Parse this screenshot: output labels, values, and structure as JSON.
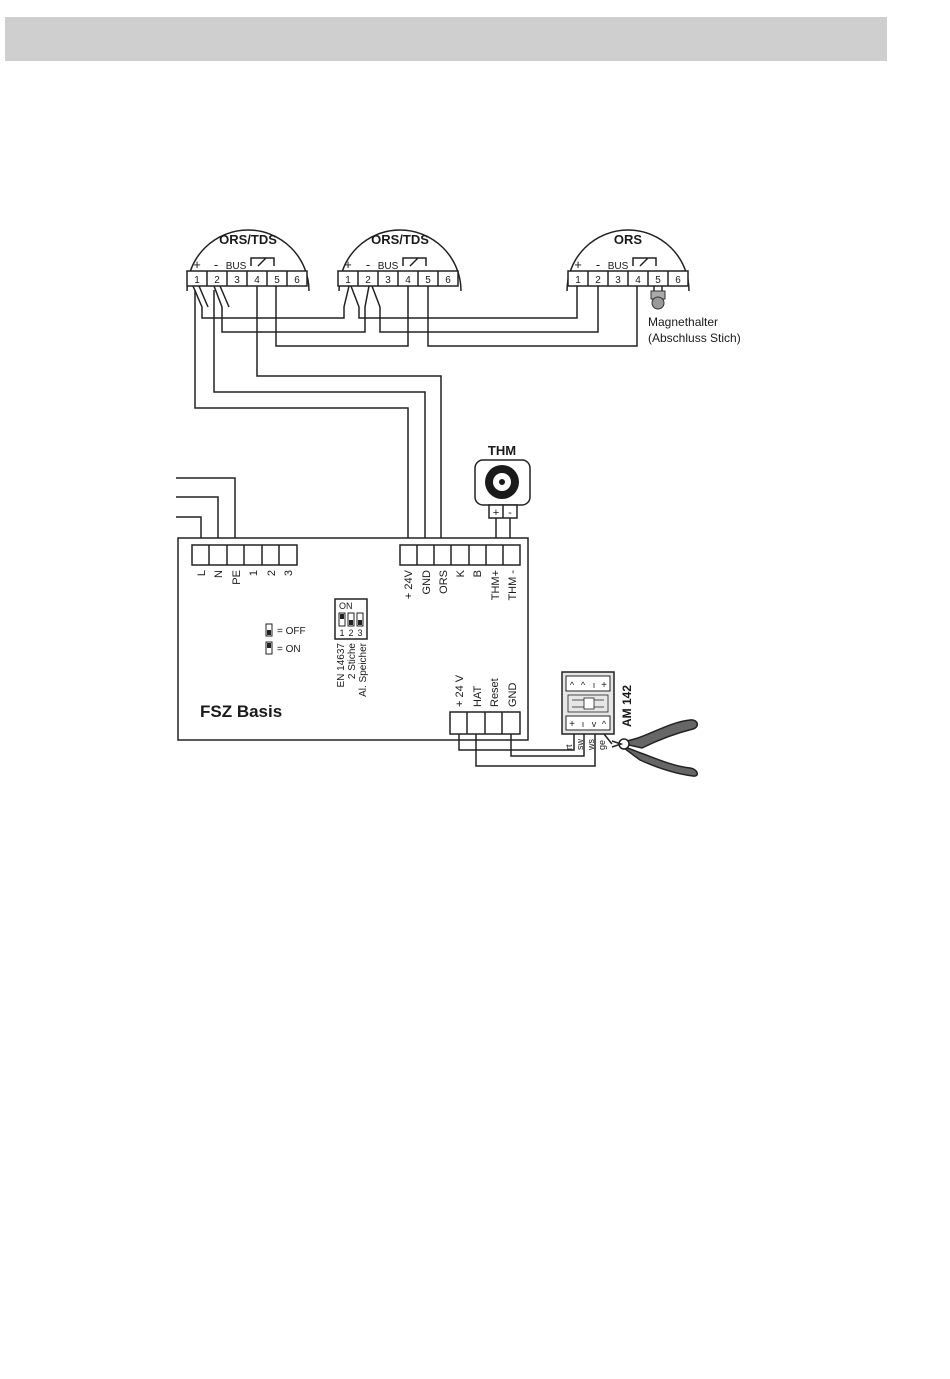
{
  "header": {
    "bar_color": "#cfcfcf"
  },
  "detectors": [
    {
      "title": "ORS/TDS",
      "plus": "+",
      "minus": "-",
      "bus": "BUS",
      "terminals": [
        "1",
        "2",
        "3",
        "4",
        "5",
        "6"
      ]
    },
    {
      "title": "ORS/TDS",
      "plus": "+",
      "minus": "-",
      "bus": "BUS",
      "terminals": [
        "1",
        "2",
        "3",
        "4",
        "5",
        "6"
      ]
    },
    {
      "title": "ORS",
      "plus": "+",
      "minus": "-",
      "bus": "BUS",
      "terminals": [
        "1",
        "2",
        "3",
        "4",
        "5",
        "6"
      ]
    }
  ],
  "magnet_holder": {
    "line1": "Magnethalter",
    "line2": "(Abschluss Stich)"
  },
  "thm": {
    "title": "THM",
    "plus": "+",
    "minus": "-"
  },
  "fsz": {
    "title": "FSZ Basis",
    "left_terminals": [
      "L",
      "N",
      "PE",
      "1",
      "2",
      "3"
    ],
    "right_terminals": [
      "+ 24V",
      "GND",
      "ORS",
      "K",
      "B",
      "THM+",
      "THM -"
    ],
    "bottom_terminals": [
      "+ 24 V",
      "HAT",
      "Reset",
      "GND"
    ],
    "dip": {
      "on_label": "ON",
      "numbers": [
        "1",
        "2",
        "3"
      ]
    },
    "legend_off": "= OFF",
    "legend_on": "= ON",
    "dip_notes": [
      "EN 14637",
      "2 Stiche",
      "Al. Speicher"
    ]
  },
  "am142": {
    "title": "AM 142",
    "top_symbols": [
      "^",
      "^",
      "ı",
      "+"
    ],
    "bottom_symbols": [
      "+",
      "ı",
      "v",
      "^"
    ],
    "wire_labels": [
      "rt",
      "sw",
      "ws",
      "ge"
    ]
  }
}
